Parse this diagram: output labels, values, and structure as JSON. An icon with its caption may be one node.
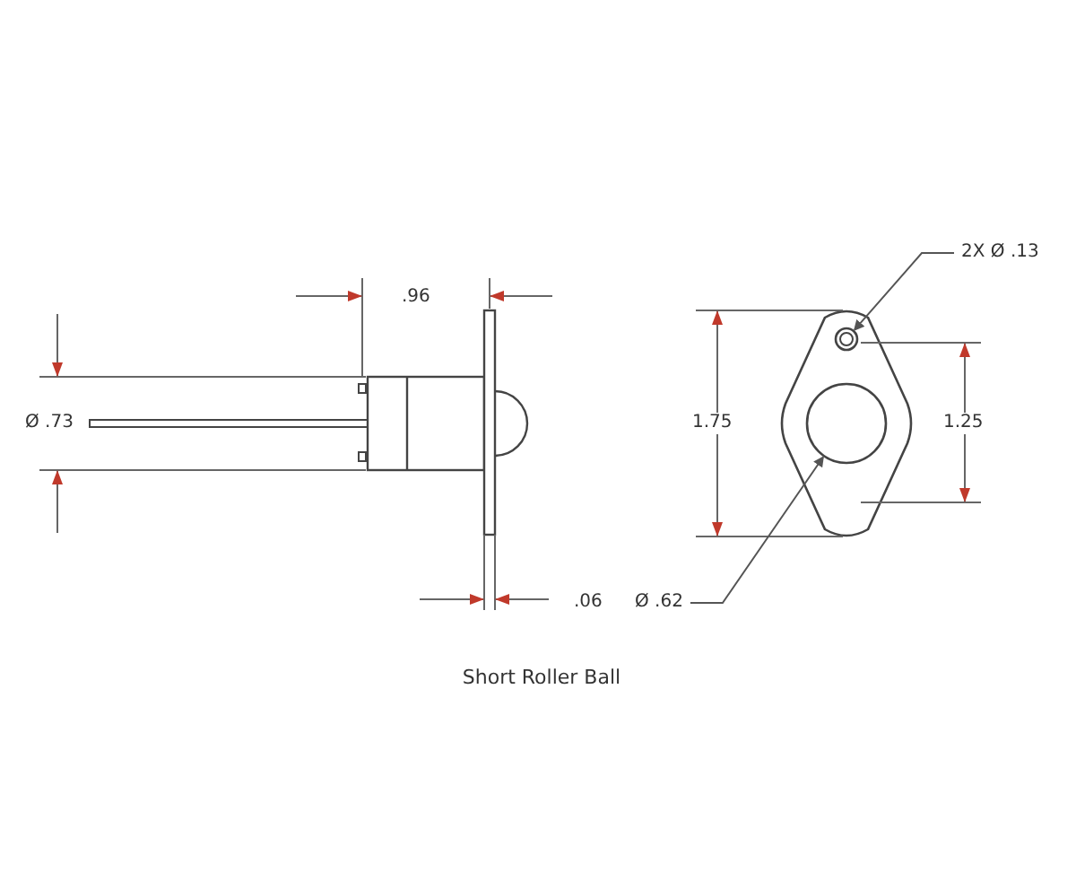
{
  "diagram": {
    "caption": "Short Roller Ball",
    "nodes": [
      {
        "text": [
          "2X Ø .13"
        ]
      },
      {
        "text": [],
        "shape": "circle"
      },
      {
        "text": [
          "Ø .62"
        ]
      },
      {
        "text": [],
        "shape": "circle"
      }
    ],
    "edges": [
      {
        "from": 0,
        "to": 1,
        "arrow": "to"
      },
      {
        "from": 2,
        "to": 3,
        "arrow": "to"
      }
    ],
    "labels": [
      ".96",
      "Ø .73",
      "1.75",
      "1.25",
      ".06"
    ]
  }
}
